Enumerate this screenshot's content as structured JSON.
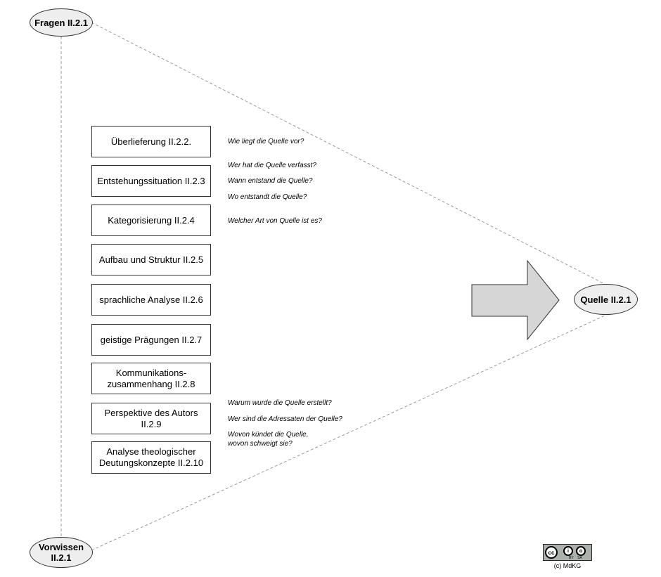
{
  "nodes": {
    "fragen": "Fragen II.2.1",
    "vorwissen": "Vorwissen II.2.1",
    "quelle": "Quelle II.2.1"
  },
  "steps": [
    "Überlieferung II.2.2.",
    "Entstehungssituation II.2.3",
    "Kategorisierung II.2.4",
    "Aufbau und Struktur II.2.5",
    "sprachliche Analyse II.2.6",
    "geistige Prägungen II.2.7",
    "Kommunikations-zusammenhang II.2.8",
    "Perspektive des Autors II.2.9",
    "Analyse theologischer Deutungskonzepte II.2.10"
  ],
  "questions": [
    "Wie liegt die Quelle vor?",
    "Wer hat die Quelle verfasst?",
    "Wann entstand die Quelle?",
    "Wo entstandt die Quelle?",
    "Welcher Art von Quelle ist es?",
    "Warum wurde die Quelle erstellt?",
    "Wer sind die Adressaten der Quelle?",
    "Wovon kündet die Quelle,",
    "wovon schweigt sie?"
  ],
  "license": {
    "badge_cc": "cc",
    "badge_by": "BY",
    "badge_sa": "SA",
    "copyright": "(c) MdKG"
  },
  "icons": [
    "arrow-right-icon",
    "cc-license-icon"
  ],
  "colors": {
    "node_fill": "#eeeeee",
    "arrow_fill": "#d6d6d6",
    "line": "#999999"
  }
}
